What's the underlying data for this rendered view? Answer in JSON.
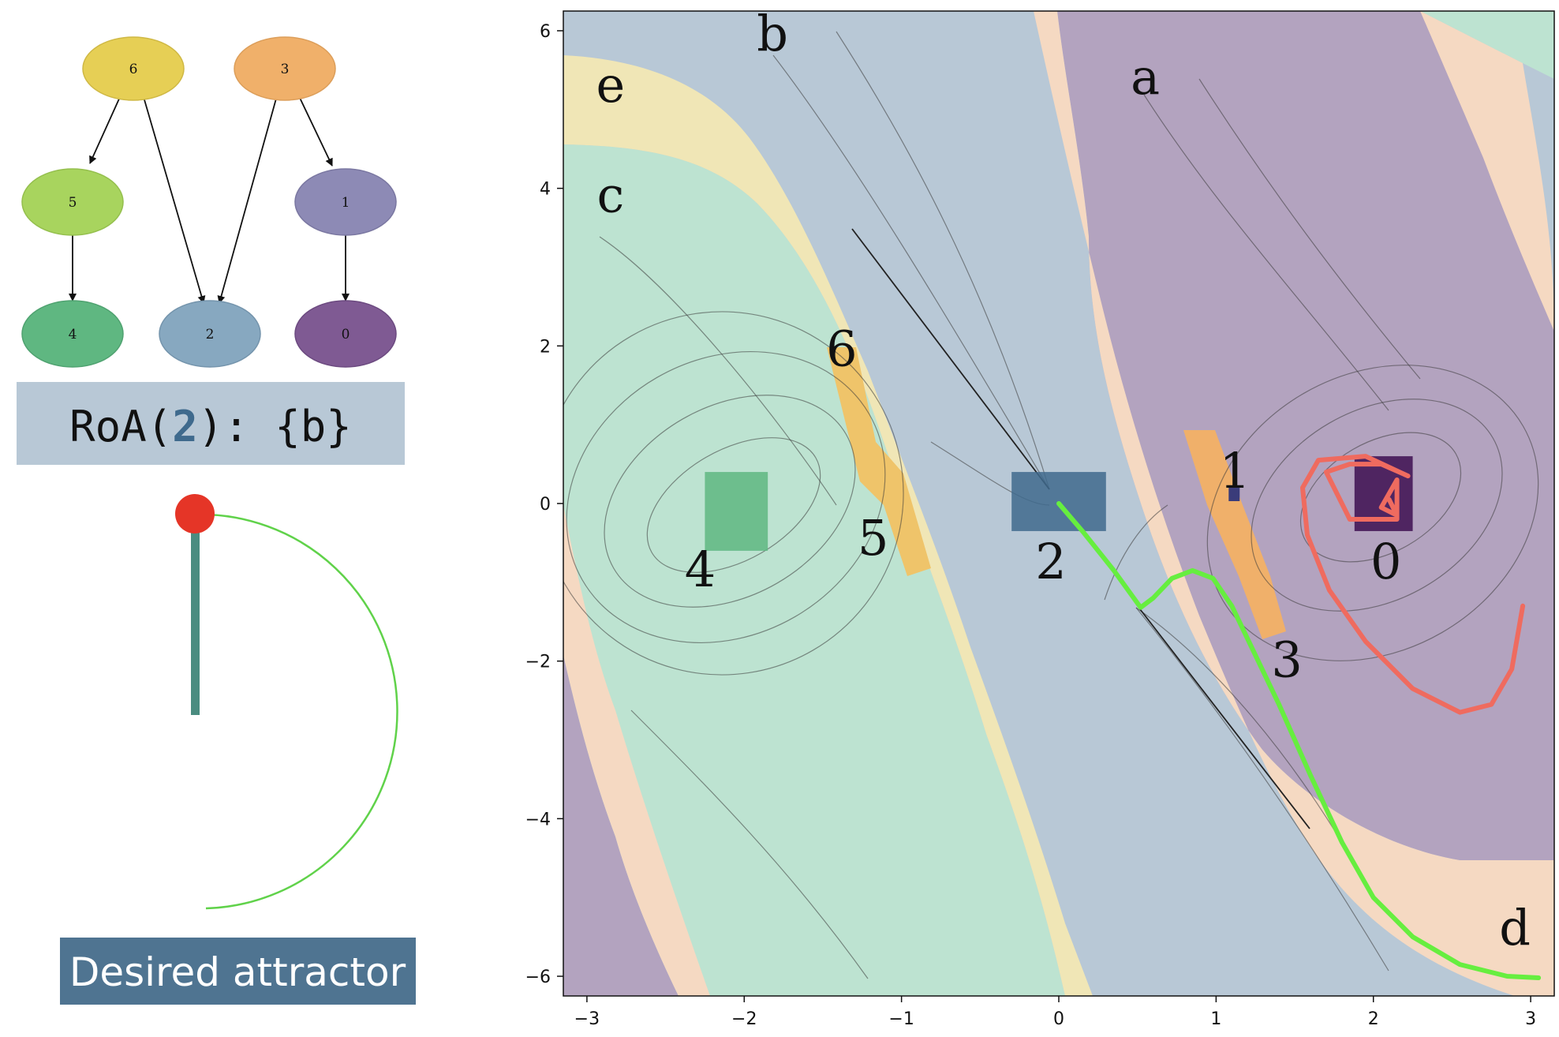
{
  "graph": {
    "nodes": [
      {
        "id": "6",
        "color": "#e6cf55"
      },
      {
        "id": "3",
        "color": "#f0b06a"
      },
      {
        "id": "5",
        "color": "#a8d45e"
      },
      {
        "id": "1",
        "color": "#8d8ab5"
      },
      {
        "id": "4",
        "color": "#5fb781"
      },
      {
        "id": "2",
        "color": "#87a8c0"
      },
      {
        "id": "0",
        "color": "#7f5a93"
      }
    ],
    "edges": [
      [
        "6",
        "5"
      ],
      [
        "6",
        "2"
      ],
      [
        "3",
        "2"
      ],
      [
        "3",
        "1"
      ],
      [
        "5",
        "4"
      ],
      [
        "1",
        "0"
      ]
    ]
  },
  "roa": {
    "prefix": "RoA(",
    "node": "2",
    "suffix": "): {b}",
    "background": "#b8c8d6",
    "node_color": "#3f6a8d"
  },
  "pendulum": {
    "bob_color": "#e53527",
    "rod_color": "#4a8c80",
    "path_color": "#60d24a"
  },
  "caption": {
    "text": "Desired attractor",
    "background": "#4f7491"
  },
  "chart_data": {
    "type": "phase-portrait",
    "xlim": [
      -3.15,
      3.15
    ],
    "ylim": [
      -6.25,
      6.25
    ],
    "x_ticks": [
      "−3",
      "−2",
      "−1",
      "0",
      "1",
      "2",
      "3"
    ],
    "y_ticks": [
      "−6",
      "−4",
      "−2",
      "0",
      "2",
      "4",
      "6"
    ],
    "x_tick_values": [
      -3,
      -2,
      -1,
      0,
      1,
      2,
      3
    ],
    "y_tick_values": [
      -6,
      -4,
      -2,
      0,
      2,
      4,
      6
    ],
    "region_labels": [
      {
        "text": "a",
        "x": 0.55,
        "y": 5.2
      },
      {
        "text": "b",
        "x": -1.82,
        "y": 5.75
      },
      {
        "text": "c",
        "x": -2.85,
        "y": 3.7
      },
      {
        "text": "d",
        "x": 2.9,
        "y": -5.6
      },
      {
        "text": "e",
        "x": -2.85,
        "y": 5.1
      }
    ],
    "attractor_labels": [
      {
        "text": "0",
        "x": 2.08,
        "y": -0.95
      },
      {
        "text": "1",
        "x": 1.12,
        "y": 0.2
      },
      {
        "text": "2",
        "x": -0.05,
        "y": -0.95
      },
      {
        "text": "3",
        "x": 1.45,
        "y": -2.2
      },
      {
        "text": "4",
        "x": -2.28,
        "y": -1.05
      },
      {
        "text": "5",
        "x": -1.18,
        "y": -0.65
      },
      {
        "text": "6",
        "x": -1.38,
        "y": 1.75
      }
    ],
    "trajectory_green": [
      [
        0,
        0
      ],
      [
        0.15,
        -0.35
      ],
      [
        0.35,
        -0.85
      ],
      [
        0.52,
        -1.32
      ],
      [
        0.6,
        -1.2
      ],
      [
        0.72,
        -0.95
      ],
      [
        0.85,
        -0.85
      ],
      [
        0.98,
        -0.95
      ],
      [
        1.1,
        -1.3
      ],
      [
        1.22,
        -1.8
      ],
      [
        1.4,
        -2.55
      ],
      [
        1.6,
        -3.45
      ],
      [
        1.8,
        -4.3
      ],
      [
        2.0,
        -5.0
      ],
      [
        2.25,
        -5.5
      ],
      [
        2.55,
        -5.85
      ],
      [
        2.85,
        -6.0
      ],
      [
        3.05,
        -6.02
      ]
    ],
    "trajectory_red": [
      [
        2.1,
        0.05
      ],
      [
        2.15,
        -0.15
      ],
      [
        2.05,
        -0.05
      ],
      [
        2.15,
        0.3
      ],
      [
        2.15,
        -0.2
      ],
      [
        1.85,
        -0.2
      ],
      [
        1.7,
        0.4
      ],
      [
        1.85,
        0.5
      ],
      [
        2.05,
        0.5
      ],
      [
        2.22,
        0.35
      ],
      [
        1.95,
        0.6
      ],
      [
        1.65,
        0.55
      ],
      [
        1.55,
        0.2
      ],
      [
        1.58,
        -0.4
      ],
      [
        1.72,
        -1.1
      ],
      [
        1.95,
        -1.75
      ],
      [
        2.25,
        -2.35
      ],
      [
        2.55,
        -2.65
      ],
      [
        2.75,
        -2.55
      ],
      [
        2.88,
        -2.1
      ],
      [
        2.95,
        -1.3
      ]
    ],
    "colors": {
      "a": "#b3a3bf",
      "b": "#b8c8d6",
      "c": "#bde3d1",
      "d": "#f5d9c2",
      "e": "#f0e6b6"
    }
  }
}
